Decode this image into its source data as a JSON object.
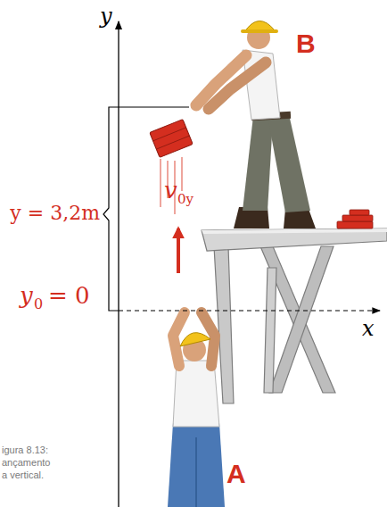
{
  "diagram": {
    "caption": "igura 8.13: ançamento a vertical.",
    "labels": [
      "y",
      "B",
      "y = 3,2m",
      "v",
      "0y",
      "y",
      "0",
      "= 0",
      "x",
      "A"
    ]
  }
}
